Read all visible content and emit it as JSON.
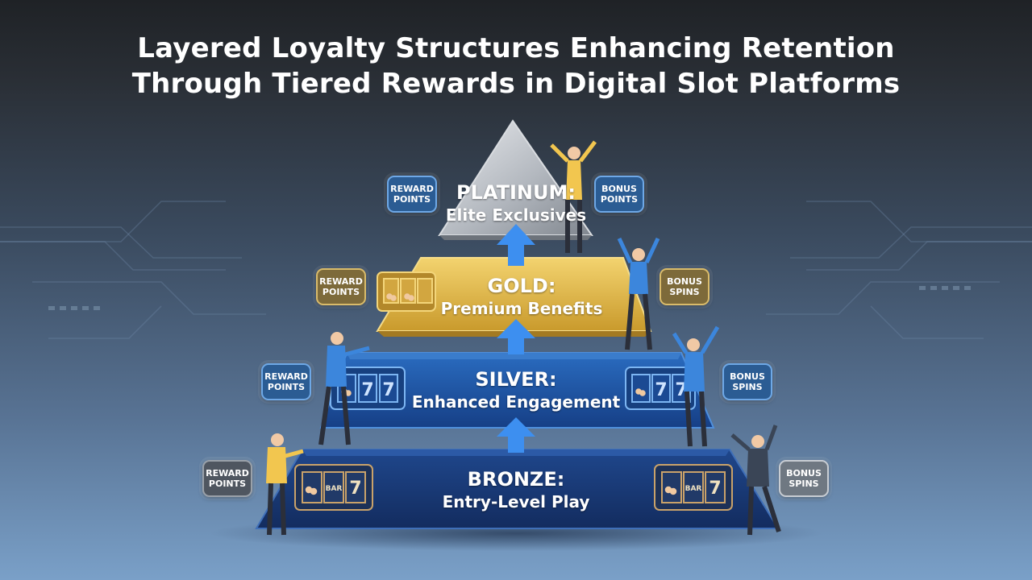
{
  "title": {
    "line1": "Layered Loyalty Structures Enhancing Retention",
    "line2": "Through Tiered Rewards in Digital Slot Platforms"
  },
  "tiers": {
    "platinum": {
      "name": "PLATINUM:",
      "subtitle": "Elite Exclusives"
    },
    "gold": {
      "name": "GOLD:",
      "subtitle": "Premium Benefits"
    },
    "silver": {
      "name": "SILVER:",
      "subtitle": "Enhanced Engagement"
    },
    "bronze": {
      "name": "BRONZE:",
      "subtitle": "Entry-Level Play"
    }
  },
  "badges": {
    "platinum_left": "REWARD\nPOINTS",
    "platinum_right": "BONUS\nPOINTS",
    "gold_left": "REWARD\nPOINTS",
    "gold_right": "BONUS\nSPINS",
    "silver_left": "REWARD\nPOINTS",
    "silver_right": "BONUS\nSPINS",
    "bronze_left": "REWARD\nPOINTS",
    "bronze_right": "BONUS\nSPINS"
  },
  "slot_symbols": {
    "seven": "7",
    "bar": "BAR",
    "cherry": "cherry-icon"
  },
  "colors": {
    "platinum": "#b9bdc3",
    "gold": "#e2b94a",
    "silver_tier": "#1f5aa6",
    "bronze_tier": "#1a3b78",
    "arrow": "#3d8ff0"
  }
}
